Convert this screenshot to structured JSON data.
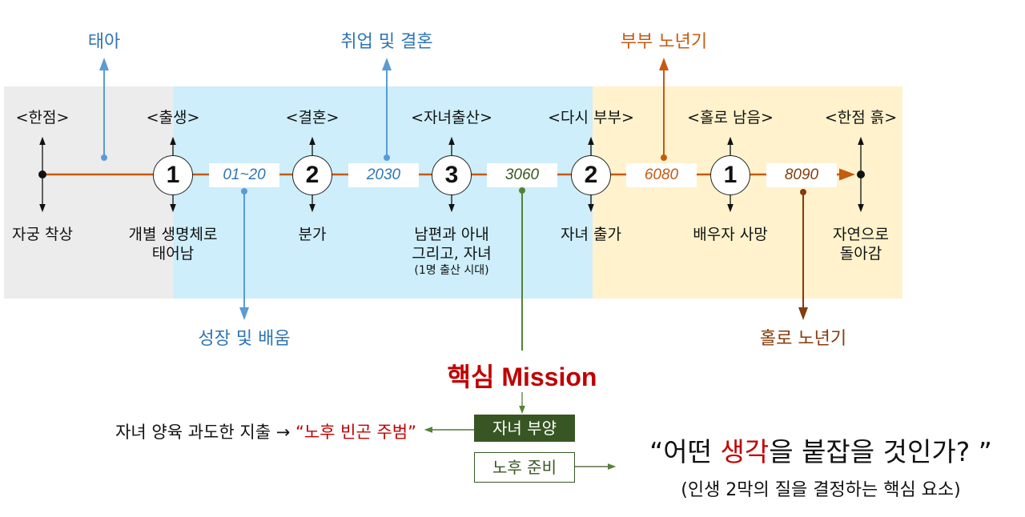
{
  "colors": {
    "grey_band": "#ececec",
    "blue_band": "#cdeefa",
    "yellow_band": "#fff2cc",
    "timeline": "#c55a11",
    "blue": "#2e75b6",
    "orange": "#c55a11",
    "brown": "#843c0c",
    "green": "#548235",
    "dark_green": "#375623",
    "red": "#c00000"
  },
  "callouts": {
    "fetus": "태아",
    "job_marriage": "취업 및 결혼",
    "couple_old": "부부 노년기",
    "growth": "성장 및 배움",
    "alone_old": "홀로 노년기"
  },
  "stages": [
    {
      "top": "<한점>",
      "bottom": [
        "자궁 착상"
      ]
    },
    {
      "top": "<출생>",
      "number": "1",
      "bottom": [
        "개별 생명체로",
        "태어남"
      ]
    },
    {
      "top": "<결혼>",
      "number": "2",
      "bottom": [
        "분가"
      ]
    },
    {
      "top": "<자녀출산>",
      "number": "3",
      "bottom": [
        "남편과 아내",
        "그리고, 자녀"
      ],
      "note": "(1명 출산 시대)"
    },
    {
      "top": "<다시 부부>",
      "number": "2",
      "bottom": [
        "자녀 출가"
      ]
    },
    {
      "top": "<홀로 남음>",
      "number": "1",
      "bottom": [
        "배우자 사망"
      ]
    },
    {
      "top": "<한점 흙>",
      "bottom": [
        "자연으로",
        "돌아감"
      ]
    }
  ],
  "periods": [
    "01~20",
    "2030",
    "3060",
    "6080",
    "8090"
  ],
  "mission": {
    "title": "핵심 Mission",
    "child_support": "자녀 부양",
    "retirement_prep": "노후 준비",
    "left_text": "자녀 양육 과도한 지출 → ",
    "left_quote": "“노후 빈곤 주범”"
  },
  "question": {
    "open": "“어떤 ",
    "highlight": "생각",
    "close": "을 붙잡을 것인가? ”",
    "sub": "(인생 2막의 질을 결정하는 핵심 요소)"
  }
}
